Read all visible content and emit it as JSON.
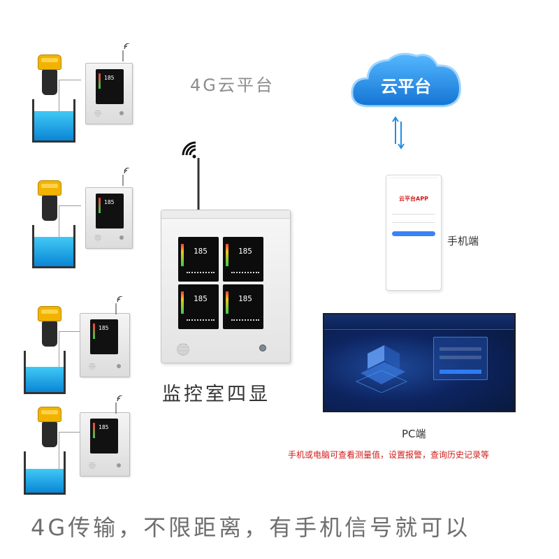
{
  "labels": {
    "cloud_platform_4g": "4G云平台",
    "cloud_bubble": "云平台",
    "monitoring_room": "监控室四显",
    "mobile_end": "手机端",
    "pc_end": "PC端",
    "features": "手机或电脑可查看测量值，设置报警，查询历史记录等",
    "bottom_slogan": "4G传输，不限距离，有手机信号就可以"
  },
  "phone_app": {
    "title": "云平台APP"
  },
  "display": {
    "reading": "185"
  },
  "colors": {
    "accent_red": "#d11a1a",
    "cloud_blue": "#1e8fe6",
    "water_blue": "#0a86d6",
    "sensor_yellow": "#f2b300"
  },
  "icons": {
    "signal": "wifi-signal-icon",
    "sync": "up-down-arrows-icon"
  }
}
